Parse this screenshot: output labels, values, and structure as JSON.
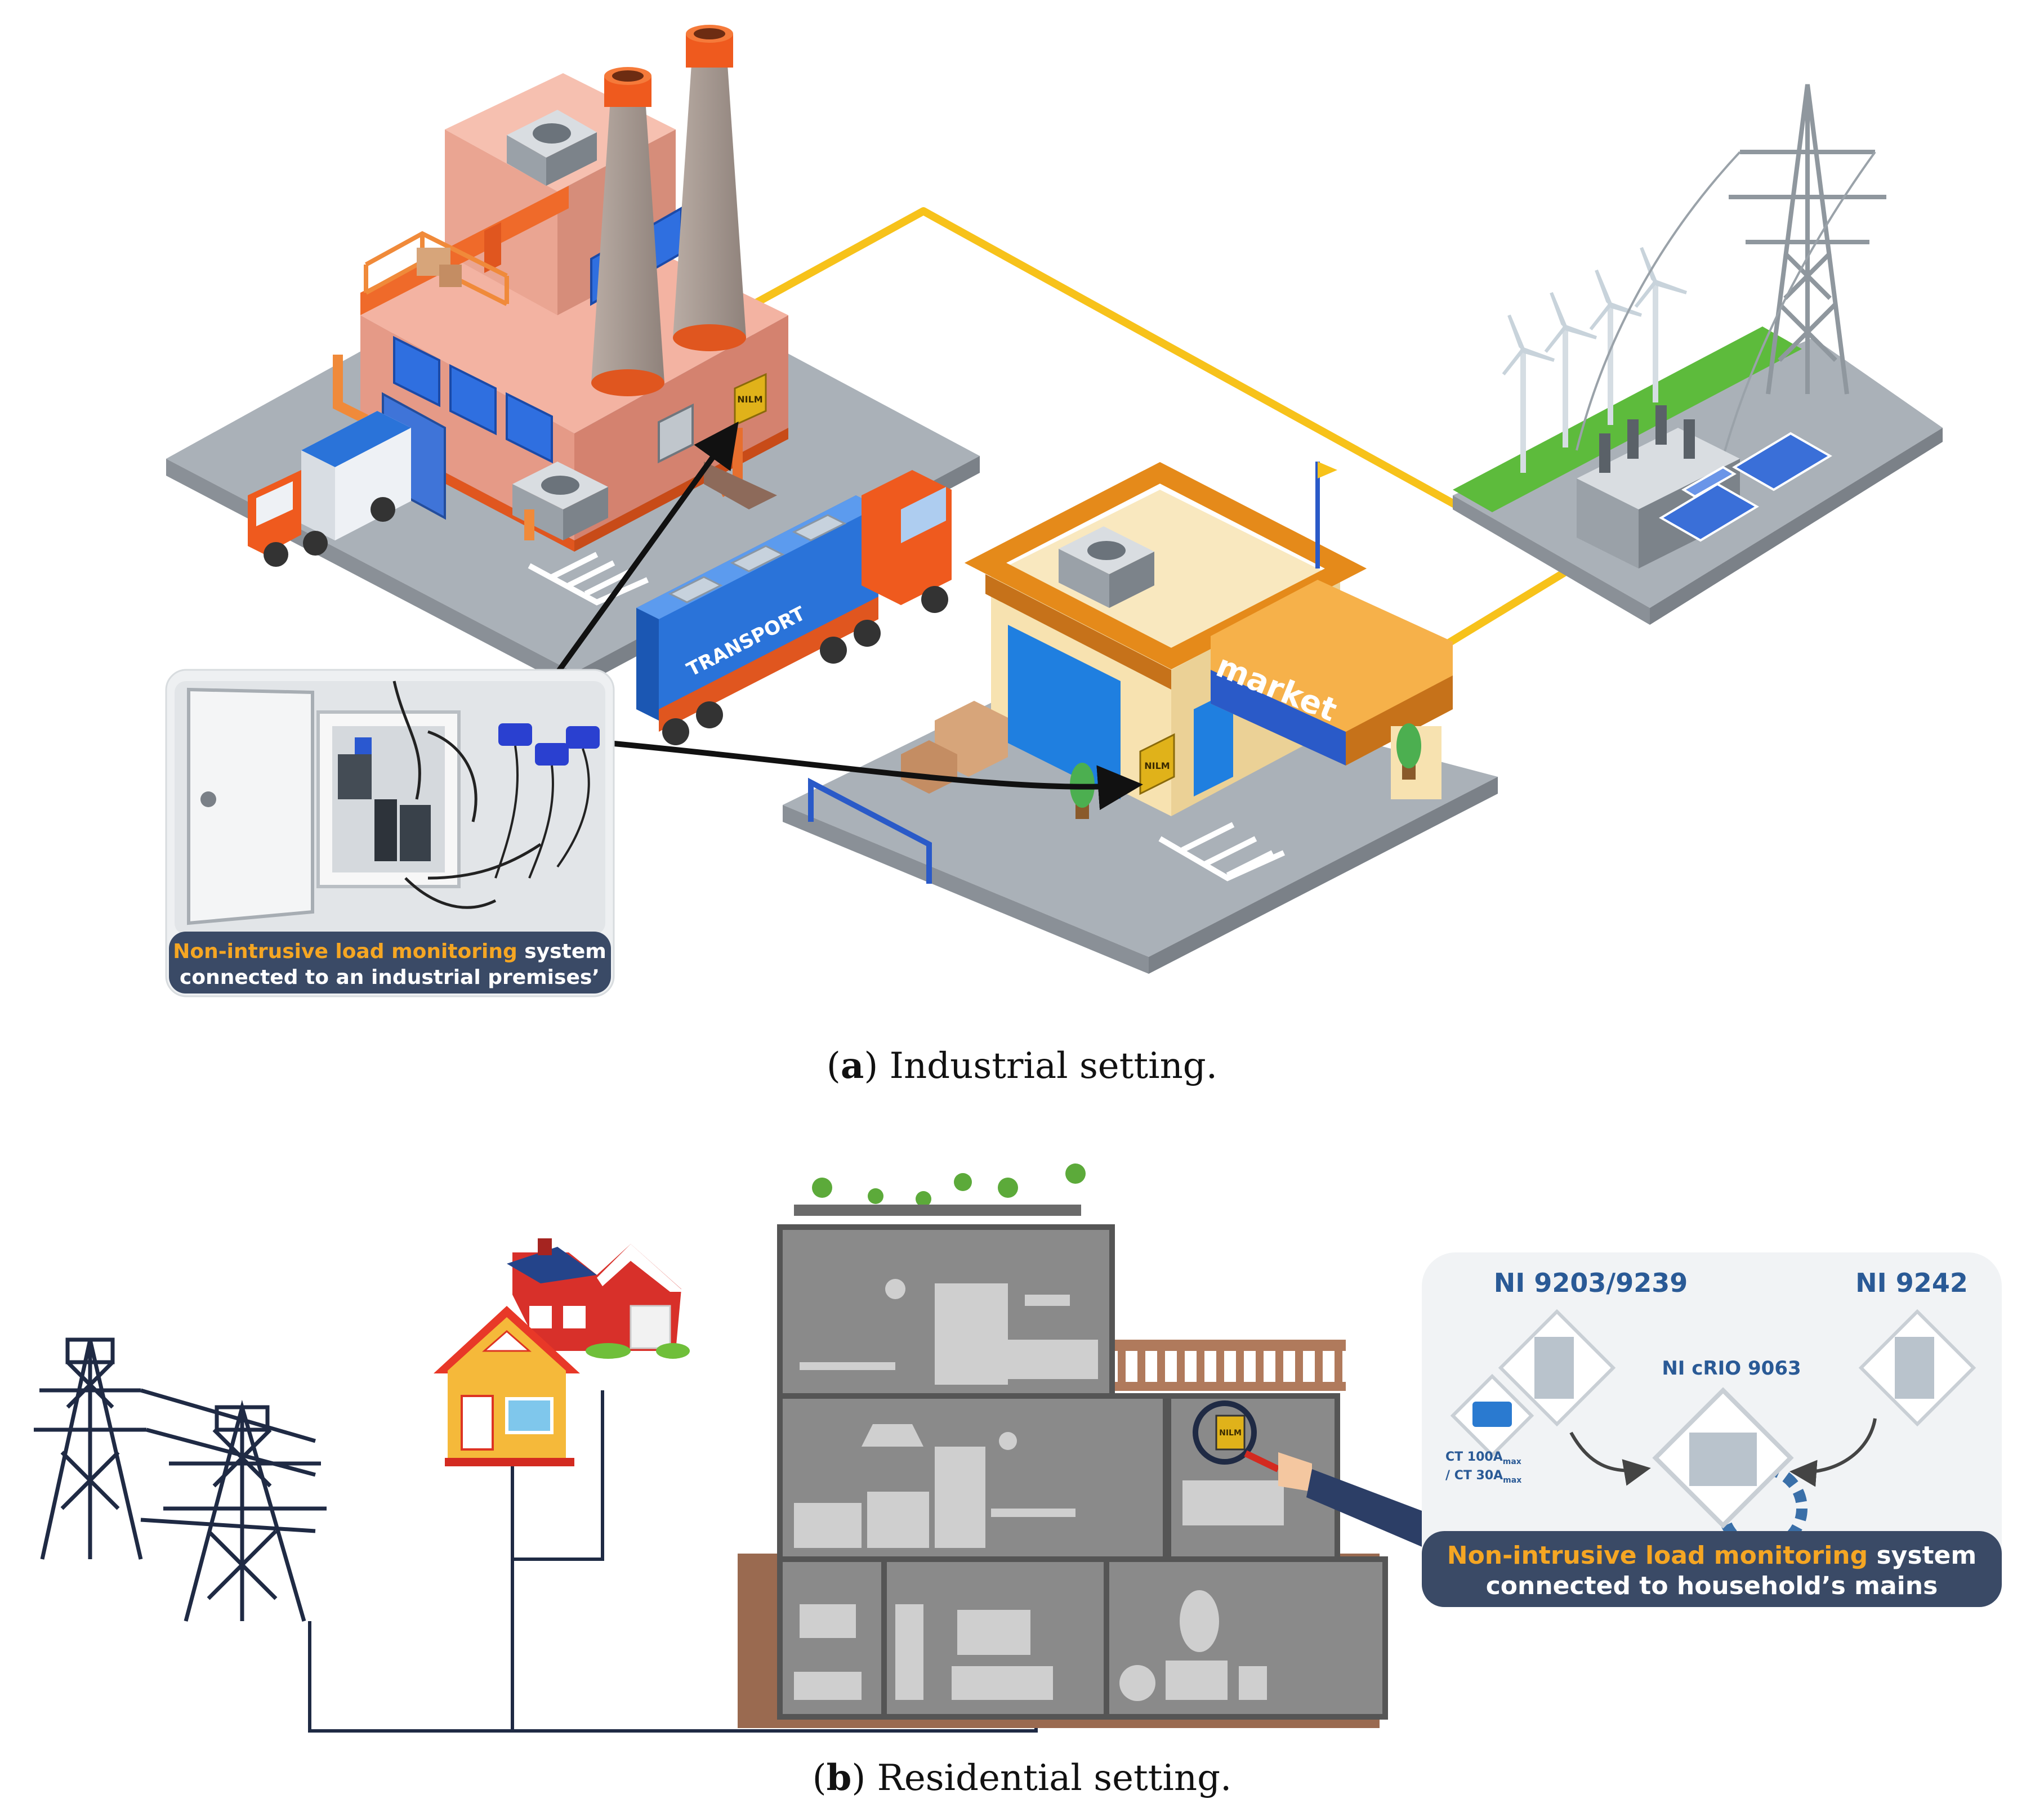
{
  "panel_a": {
    "caption_letter": "a",
    "caption_text": "Industrial setting.",
    "nilm_tag": "NILM",
    "truck_text": "TRANSPORT",
    "market_sign": "market",
    "callout": {
      "highlight": "Non-intrusive load monitoring",
      "rest": " system",
      "line2": "connected to an industrial premises’"
    }
  },
  "panel_b": {
    "caption_letter": "b",
    "caption_text": "Residential setting.",
    "nilm_tag": "NILM",
    "hardware": {
      "ni_9203": "NI 9203/9239",
      "ni_9242": "NI 9242",
      "crio": "NI cRIO 9063",
      "ct_line1": "CT 100A",
      "ct_line2": "/ CT 30A",
      "ct_sub": "max"
    },
    "callout": {
      "highlight": "Non-intrusive load monitoring",
      "rest": " system",
      "line2": "connected to household’s mains"
    }
  },
  "colors": {
    "accent_yellow": "#f5a623",
    "power_line": "#f7c21a",
    "callout_bg": "#3a4a66",
    "ni_blue": "#2a5a96"
  }
}
